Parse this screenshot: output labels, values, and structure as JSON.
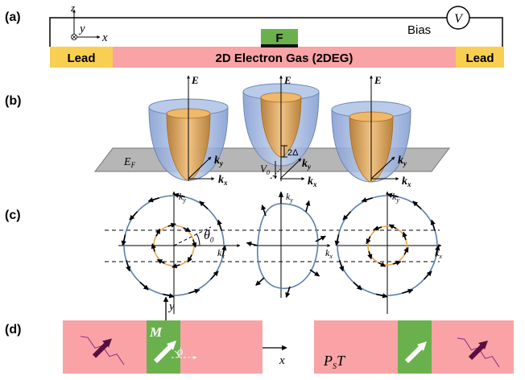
{
  "panels": {
    "a": "(a)",
    "b": "(b)",
    "c": "(c)",
    "d": "(d)"
  },
  "device": {
    "lead_left": "Lead",
    "lead_right": "Lead",
    "channel": "2D Electron Gas (2DEG)",
    "ferromagnet": "F",
    "bias_label": "Bias",
    "voltmeter": "V",
    "axis_z": "z",
    "axis_y": "y",
    "axis_x": "x"
  },
  "bands": {
    "energy_axis": "E",
    "fermi": "E",
    "fermi_sub": "F",
    "kx": "k",
    "kx_sub": "x",
    "ky": "k",
    "ky_sub": "y",
    "gap": "2Δ",
    "offset": "V",
    "offset_sub": "0"
  },
  "fermi_contours": {
    "ky": "k",
    "ky_sub": "y",
    "kx": "k",
    "kx_sub": "x",
    "theta": "θ",
    "theta_sub": "0"
  },
  "transport": {
    "y_axis": "y",
    "x_axis": "x",
    "magnetization": "M",
    "angle": "ϕ",
    "symmetry": "P",
    "symmetry_sub": "S",
    "symmetry_op": "T"
  },
  "colors": {
    "lead": "#f9cf53",
    "channel": "#f9a3a6",
    "ferromagnet": "#6ab04c",
    "cone": "#9fb8e3",
    "inner_cone": "#e8a64a",
    "plane": "#a9a9a9",
    "contour": "#5b7fae"
  }
}
